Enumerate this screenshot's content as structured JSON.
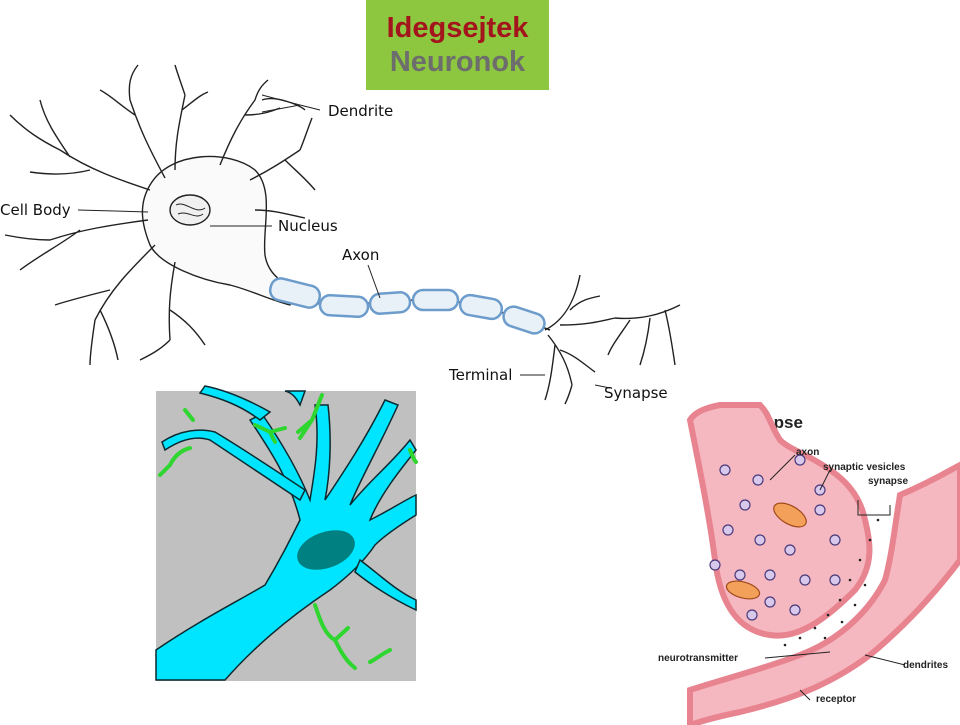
{
  "title": {
    "line1": "Idegsejtek",
    "line2": "Neuronok",
    "background": "#8dc63f",
    "line1_color": "#a3141c",
    "line2_color": "#6d6d6d"
  },
  "neuron_diagram": {
    "labels": {
      "dendrite": "Dendrite",
      "cell_body": "Cell Body",
      "nucleus": "Nucleus",
      "axon": "Axon",
      "terminal": "Terminal",
      "synapse": "Synapse"
    },
    "myelin_color": "#a9c7e6"
  },
  "glia_picture": {
    "background": "#c0c0c0",
    "neuron_color": "#00e5ff",
    "nucleus_color": "#008080",
    "spine_color": "#33dd33"
  },
  "synapse_diagram": {
    "title": "Synapse",
    "labels": {
      "axon": "axon",
      "synaptic_vesicles": "synaptic vesicles",
      "synapse": "synapse",
      "neurotransmitter": "neurotransmitter",
      "dendrites": "dendrites",
      "receptor": "receptor"
    },
    "membrane_color": "#e8848f",
    "fill_color": "#f6b8c0"
  }
}
